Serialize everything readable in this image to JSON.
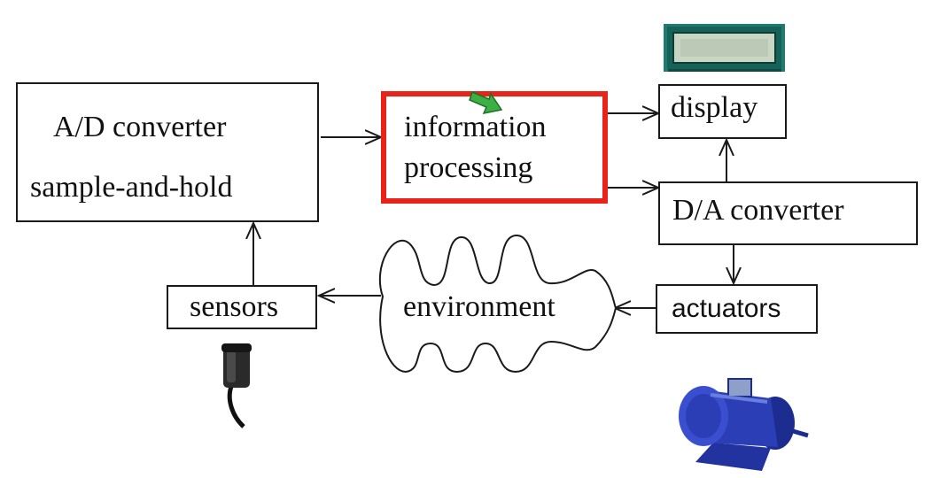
{
  "diagram": {
    "ad_box": {
      "line1": "A/D converter",
      "line2": "sample-and-hold"
    },
    "info_box": {
      "line1": "information",
      "line2": "processing"
    },
    "display_box": {
      "label": "display"
    },
    "da_box": {
      "label": "D/A converter"
    },
    "sensors_box": {
      "label": "sensors"
    },
    "environment": {
      "label": "environment"
    },
    "actuators_box": {
      "label": "actuators"
    }
  },
  "colors": {
    "highlight": "#e8231a",
    "cursor": "#2fa02f",
    "lcd_frame": "#1f7a70",
    "motor": "#2b3eb5"
  },
  "icons": [
    "lcd-display-image",
    "microphone-sensor-image",
    "electric-motor-image",
    "cursor-arrow-icon"
  ]
}
